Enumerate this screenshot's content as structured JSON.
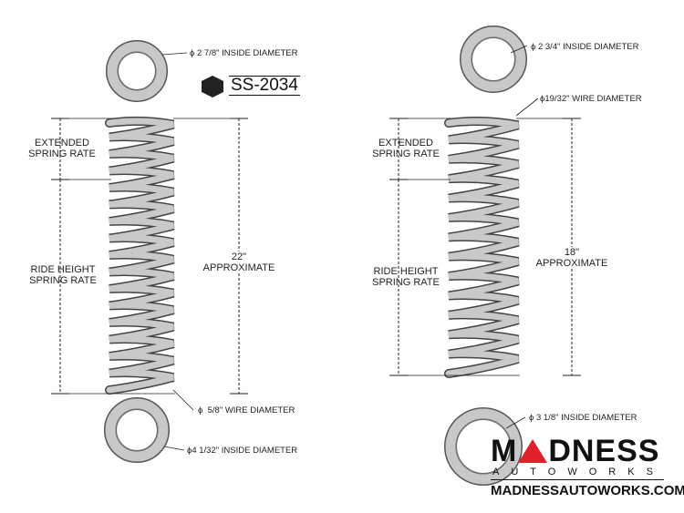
{
  "left_spring": {
    "top_label": "2 7/8\" INSIDE DIAMETER",
    "part_number": "SS-2034",
    "extended": [
      "EXTENDED",
      "SPRING RATE"
    ],
    "ride": [
      "RIDE HEIGHT",
      "SPRING RATE"
    ],
    "length": [
      "22\"",
      "APPROXIMATE"
    ],
    "wire_label": "5/8\" WIRE DIAMETER",
    "bottom_label": "4 1/32\" INSIDE DIAMETER",
    "coils": 16
  },
  "right_spring": {
    "top_label": "2 3/4\" INSIDE DIAMETER",
    "wire_label": "19/32\" WIRE DIAMETER",
    "extended": [
      "EXTENDED",
      "SPRING RATE"
    ],
    "ride": [
      "RIDE HEIGHT",
      "SPRING RATE"
    ],
    "length": [
      "18\"",
      "APPROXIMATE"
    ],
    "bottom_label": "3 1/8\" INSIDE DIAMETER",
    "coils": 13
  },
  "diameter_symbol": "ϕ",
  "brand": {
    "name_left": "M",
    "name_right": "DNESS",
    "sub": "AUTOWORKS",
    "url": "MADNESSAUTOWORKS.COM",
    "accent": "#e0202a"
  }
}
